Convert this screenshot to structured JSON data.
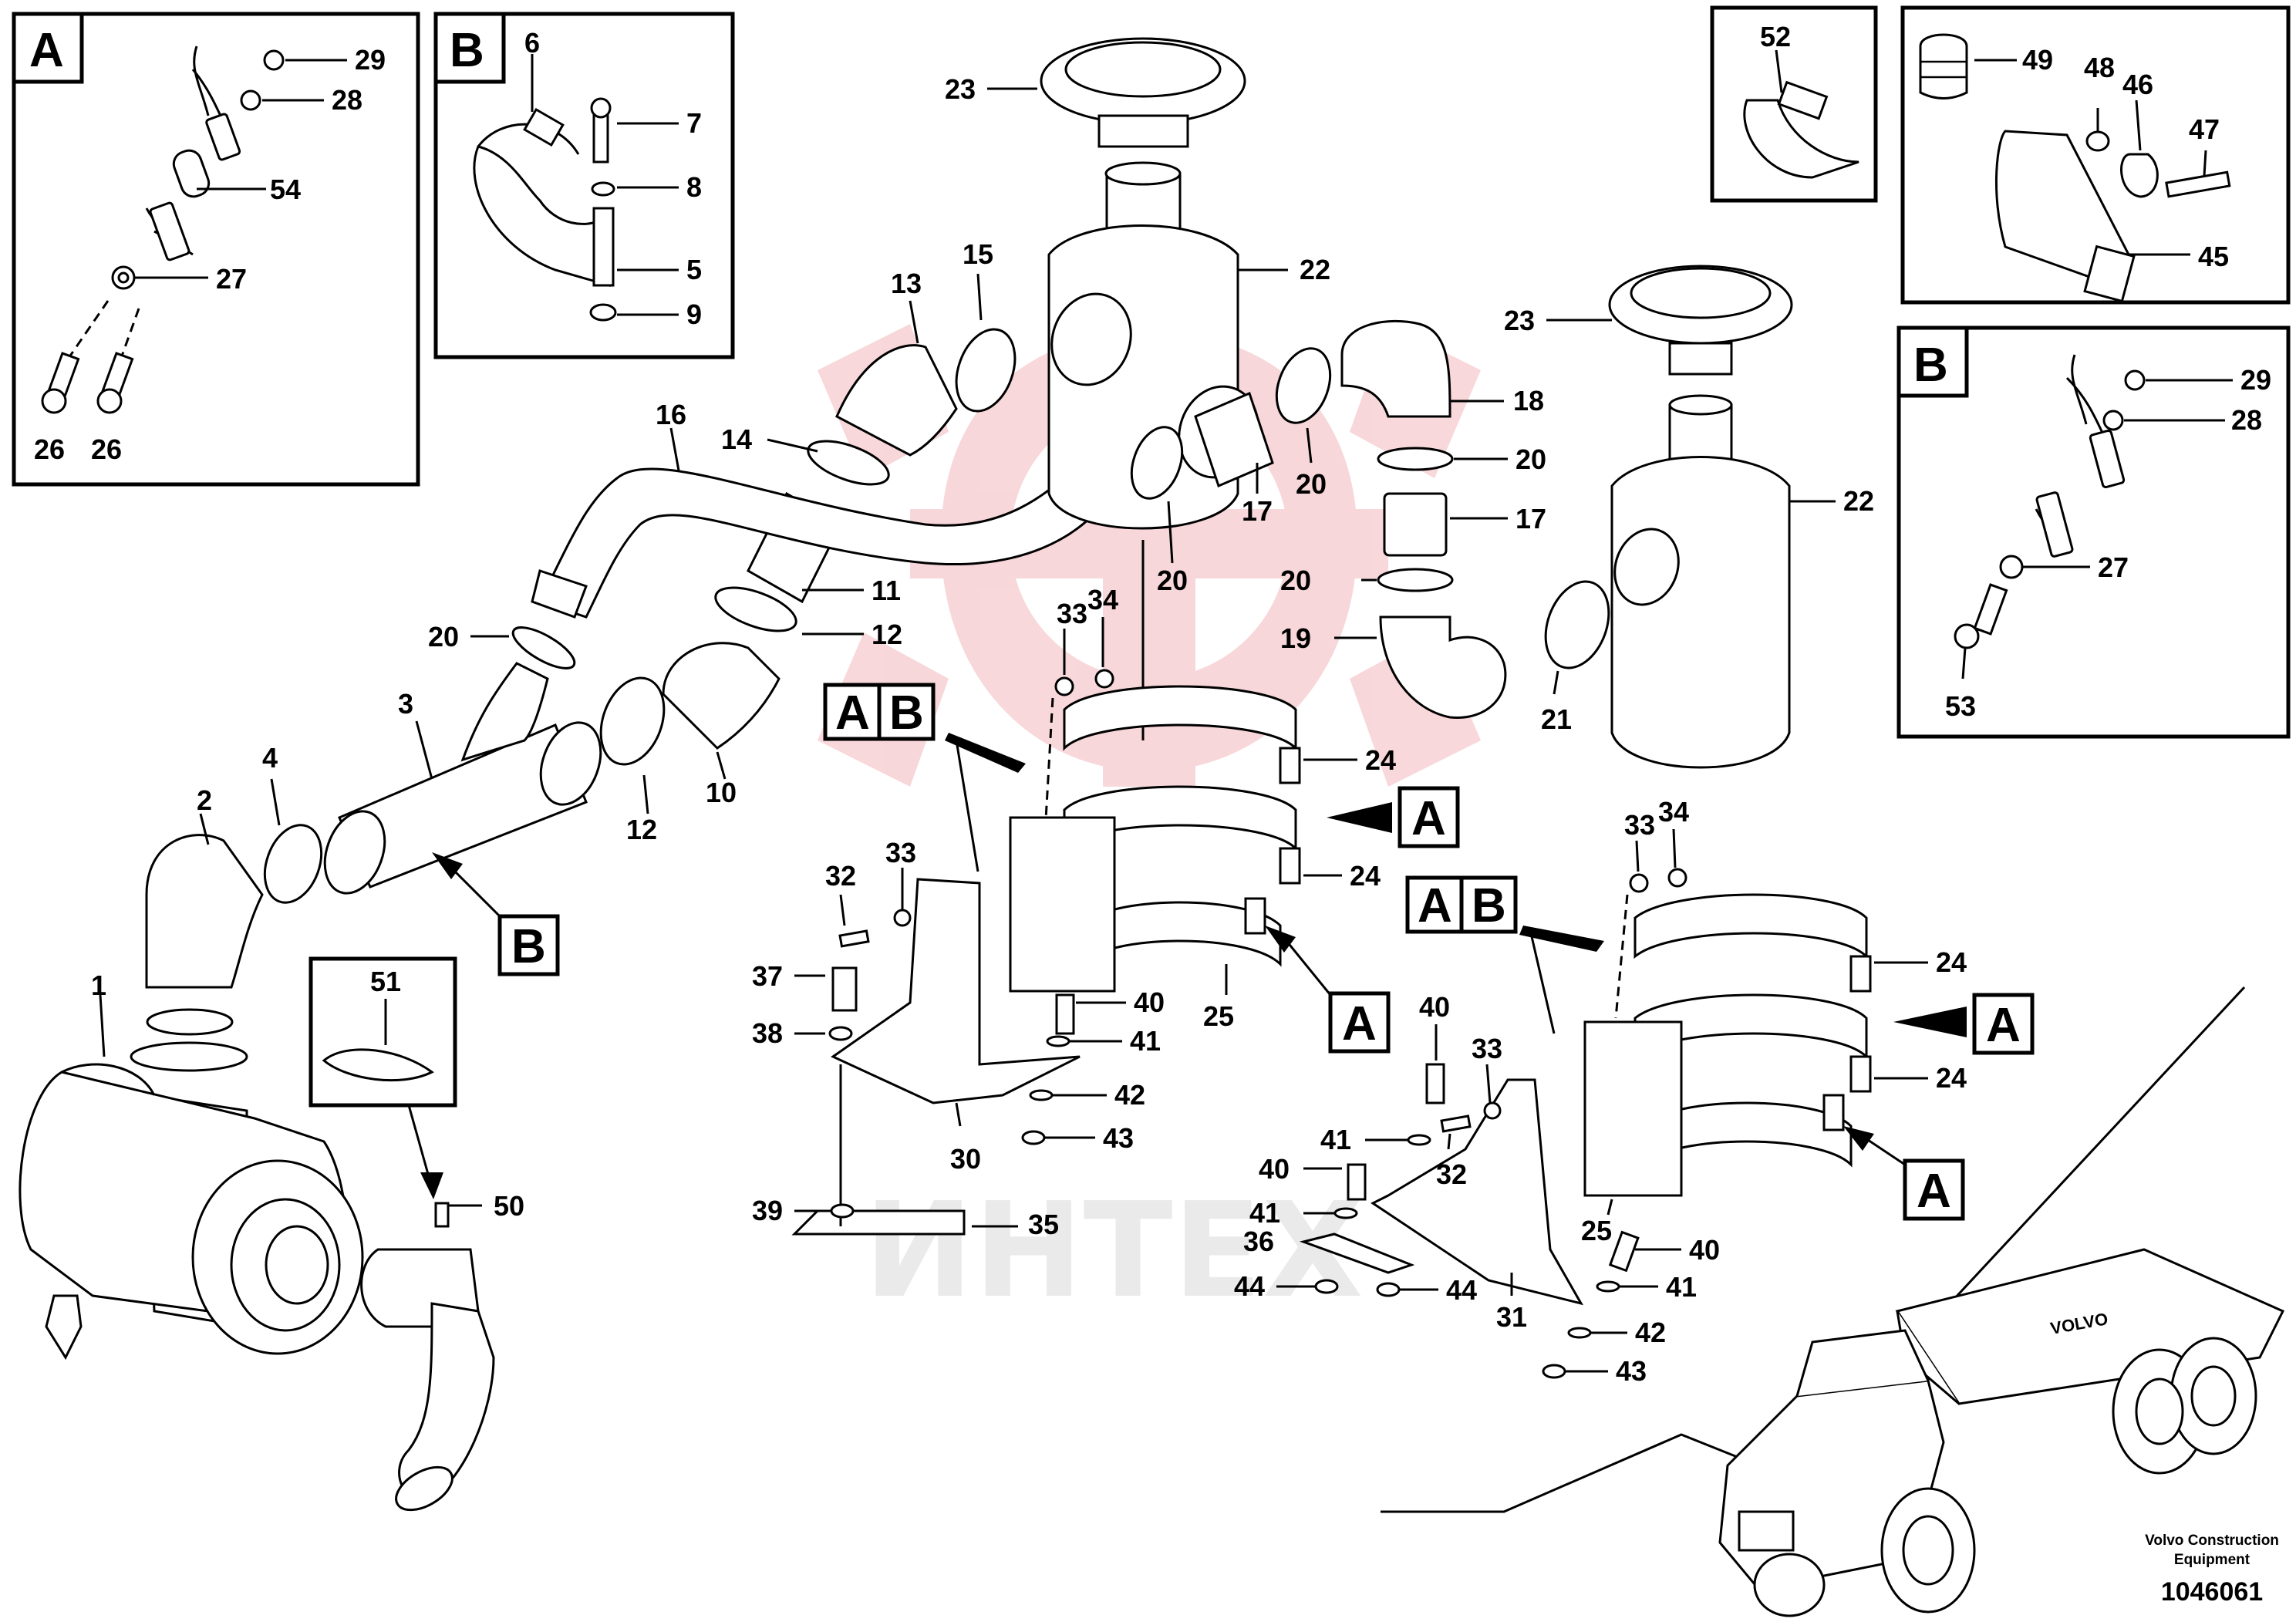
{
  "detail_tags": {
    "a": "A",
    "b": "B"
  },
  "callouts": {
    "n1": "1",
    "n2": "2",
    "n3": "3",
    "n4": "4",
    "n5": "5",
    "n6": "6",
    "n7": "7",
    "n8": "8",
    "n9": "9",
    "n10": "10",
    "n11": "11",
    "n12": "12",
    "n13": "13",
    "n14": "14",
    "n15": "15",
    "n16": "16",
    "n17": "17",
    "n18": "18",
    "n19": "19",
    "n20": "20",
    "n21": "21",
    "n22": "22",
    "n23": "23",
    "n24": "24",
    "n25": "25",
    "n26": "26",
    "n27": "27",
    "n28": "28",
    "n29": "29",
    "n30": "30",
    "n31": "31",
    "n32": "32",
    "n33": "33",
    "n34": "34",
    "n35": "35",
    "n36": "36",
    "n37": "37",
    "n38": "38",
    "n39": "39",
    "n40": "40",
    "n41": "41",
    "n42": "42",
    "n43": "43",
    "n44": "44",
    "n45": "45",
    "n46": "46",
    "n47": "47",
    "n48": "48",
    "n49": "49",
    "n50": "50",
    "n51": "51",
    "n52": "52",
    "n53": "53",
    "n54": "54"
  },
  "footer": {
    "brand_line1": "Volvo Construction",
    "brand_line2": "Equipment",
    "doc_number": "1046061",
    "truck_logo": "VOLVO"
  },
  "watermark": {
    "text": "ИНТЕХ"
  },
  "colors": {
    "ink": "#000000",
    "watermark_red": "#f2b8bb",
    "watermark_gray": "#d9d9d9"
  }
}
